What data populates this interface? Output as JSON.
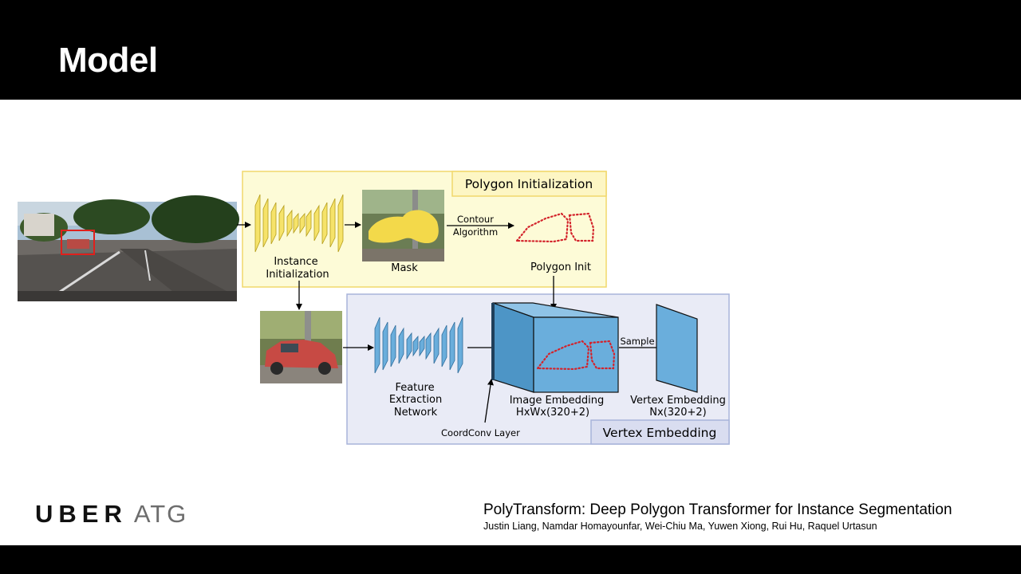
{
  "slide": {
    "title": "Model"
  },
  "diagram": {
    "panel_polygon_init": {
      "label": "Polygon Initialization",
      "fill": "#fdfbd7",
      "stroke": "#f1d86c"
    },
    "panel_vertex": {
      "label": "Vertex Embedding",
      "fill": "#e9ebf6",
      "stroke": "#a8b4da"
    },
    "instance_init_label": [
      "Instance",
      "Initialization"
    ],
    "mask_label": "Mask",
    "contour_label": [
      "Contour",
      "Algorithm"
    ],
    "polygon_init_label": "Polygon Init",
    "feature_net_label": [
      "Feature",
      "Extraction",
      "Network"
    ],
    "image_embedding_label": [
      "Image Embedding",
      "HxWx(320+2)"
    ],
    "vertex_embedding_label": [
      "Vertex Embedding",
      "Nx(320+2)"
    ],
    "sample_label": "Sample",
    "coordconv_label": "CoordConv Layer",
    "colors": {
      "yellow_net": "#f6e36a",
      "blue_net": "#6aaedc",
      "cube": "#6aaedc",
      "polygon_dots": "#d3232b"
    }
  },
  "footer": {
    "logo_main": "UBER",
    "logo_sub": "ATG",
    "paper_title": "PolyTransform: Deep Polygon Transformer for Instance Segmentation",
    "authors": "Justin Liang, Namdar Homayounfar, Wei-Chiu Ma, Yuwen Xiong, Rui Hu, Raquel Urtasun"
  }
}
